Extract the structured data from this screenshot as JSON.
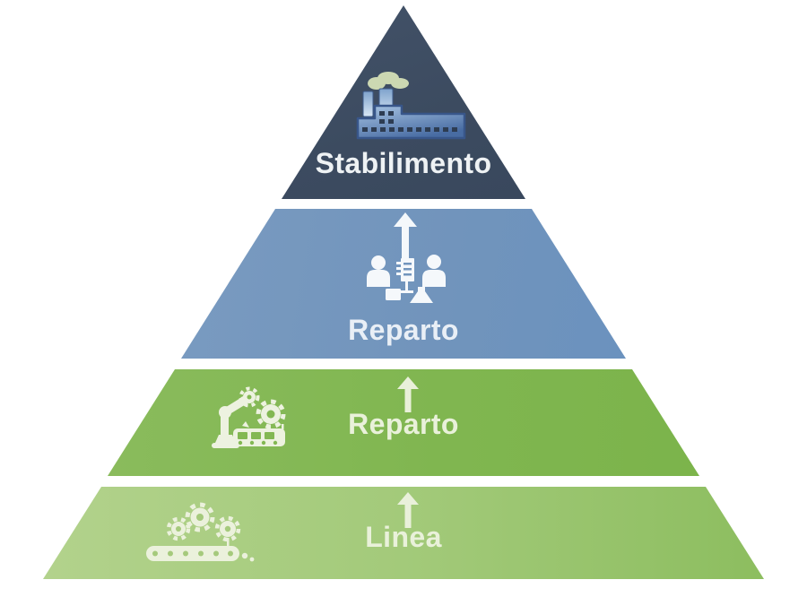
{
  "diagram": {
    "type": "pyramid",
    "direction": "bottom-up",
    "background_color": "#ffffff",
    "layers": [
      {
        "position": "top",
        "label": "Stabilimento",
        "icon": "factory-icon",
        "color": "#3c4b60",
        "text_color": "#eef2f4",
        "has_up_arrow": false
      },
      {
        "position": "second",
        "label": "Reparto",
        "icon": "team-discussion-icon",
        "color": "#7194bc",
        "text_color": "#e9eff6",
        "has_up_arrow": true
      },
      {
        "position": "third",
        "label": "Reparto",
        "icon": "robot-arm-assembly-icon",
        "color": "#80b650",
        "text_color": "#e9f1da",
        "has_up_arrow": true
      },
      {
        "position": "bottom",
        "label": "Linea",
        "icon": "conveyor-gears-icon",
        "color": "#a3ca7a",
        "text_color": "#e9f1da",
        "has_up_arrow": true
      }
    ],
    "arrow_color_blue_layer": "#f4f8fb",
    "arrow_color_green_layers": "#e9f0da",
    "icon_color_cream": "#edf2e0",
    "icon_factory_blue": "#486ca3",
    "smoke_color": "#ccd8b2"
  }
}
